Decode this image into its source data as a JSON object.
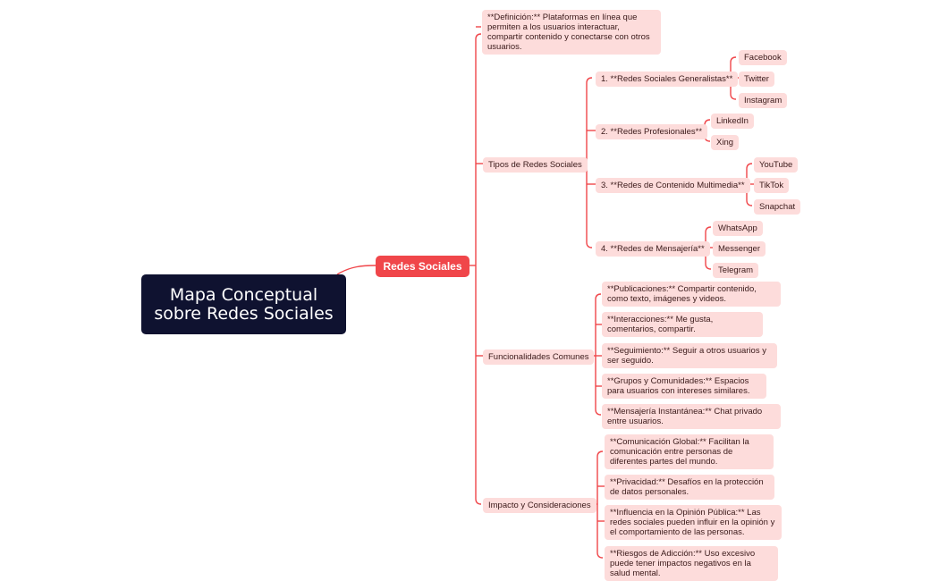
{
  "root": {
    "title_line1": "Mapa Conceptual",
    "title_line2": "sobre Redes Sociales"
  },
  "main": "Redes Sociales",
  "definition": "**Definición:** Plataformas en línea que permiten a los usuarios interactuar, compartir contenido y conectarse con otros usuarios.",
  "tipos": {
    "label": "Tipos de Redes Sociales",
    "groups": [
      {
        "label": "1. **Redes Sociales Generalistas**",
        "items": [
          "Facebook",
          "Twitter",
          "Instagram"
        ]
      },
      {
        "label": "2. **Redes Profesionales**",
        "items": [
          "LinkedIn",
          "Xing"
        ]
      },
      {
        "label": "3. **Redes de Contenido Multimedia**",
        "items": [
          "YouTube",
          "TikTok",
          "Snapchat"
        ]
      },
      {
        "label": "4. **Redes de Mensajería**",
        "items": [
          "WhatsApp",
          "Messenger",
          "Telegram"
        ]
      }
    ]
  },
  "funcionalidades": {
    "label": "Funcionalidades Comunes",
    "items": [
      "**Publicaciones:** Compartir contenido, como texto, imágenes y videos.",
      "**Interacciones:** Me gusta, comentarios, compartir.",
      "**Seguimiento:** Seguir a otros usuarios y ser seguido.",
      "**Grupos y Comunidades:** Espacios para usuarios con intereses similares.",
      "**Mensajería Instantánea:** Chat privado entre usuarios."
    ]
  },
  "impacto": {
    "label": "Impacto y Consideraciones",
    "items": [
      "**Comunicación Global:** Facilitan la comunicación entre personas de diferentes partes del mundo.",
      "**Privacidad:** Desafíos en la protección de datos personales.",
      "**Influencia en la Opinión Pública:** Las redes sociales pueden influir en la opinión y el comportamiento de las personas.",
      "**Riesgos de Adicción:** Uso excesivo puede tener impactos negativos en la salud mental."
    ]
  },
  "colors": {
    "line": "#f0464a",
    "node_bg": "#fddcdb",
    "root_bg": "#0f1230",
    "main_bg": "#f0464a"
  }
}
